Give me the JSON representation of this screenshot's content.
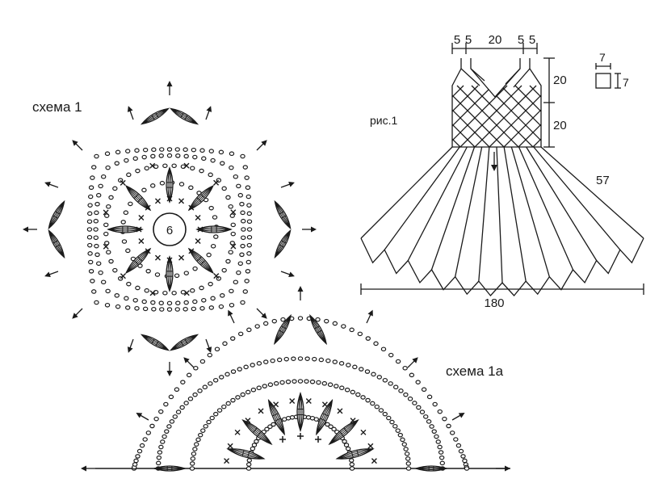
{
  "diagram": {
    "scheme1_label": "схема 1",
    "scheme1a_label": "схема 1а",
    "fig_label": "рис.1",
    "center_number": "6",
    "dims": {
      "top_a": "5",
      "top_b": "5",
      "top_mid": "20",
      "top_c": "5",
      "top_d": "5",
      "strap_height": "20",
      "bodice_height": "20",
      "skirt_length": "57",
      "hem_width": "180",
      "gauge_w": "7",
      "gauge_h": "7"
    },
    "colors": {
      "ink": "#1a1a1a",
      "paper": "#ffffff"
    }
  }
}
